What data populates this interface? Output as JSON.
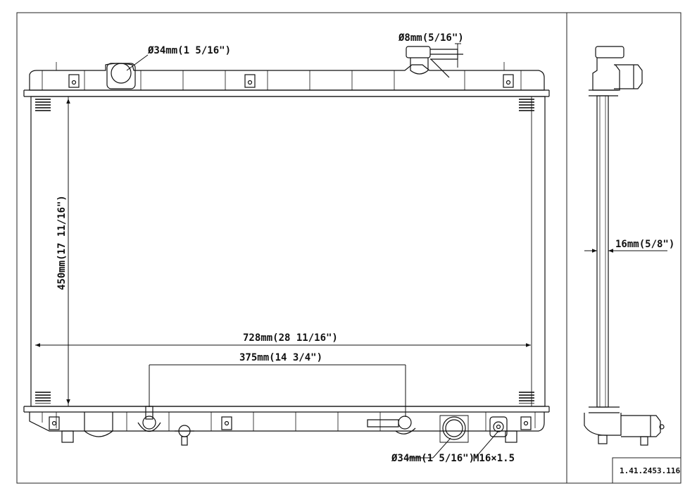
{
  "labels": {
    "inlet_diameter": "Ø34mm(1 5/16\")",
    "vent_diameter": "Ø8mm(5/16\")",
    "core_height": "450mm(17 11/16\")",
    "core_width": "728mm(28 11/16\")",
    "mount_spacing": "375mm(14 3/4\")",
    "outlet_diameter": "Ø34mm(1 5/16\")",
    "drain_thread": "M16×1.5",
    "core_thickness": "16mm(5/8\")"
  },
  "part_number": "1.41.2453.116"
}
